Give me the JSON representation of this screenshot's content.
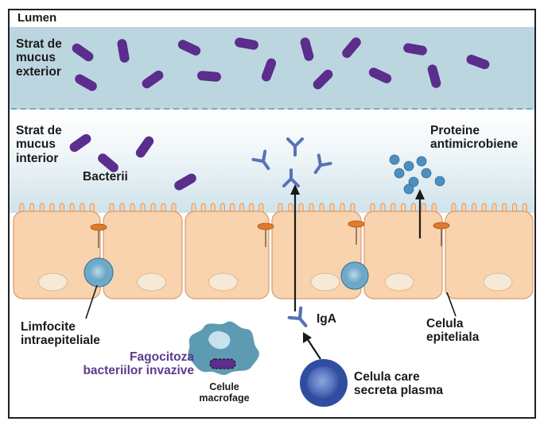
{
  "labels": {
    "lumen": "Lumen",
    "outer_mucus": [
      "Strat de",
      "mucus",
      "exterior"
    ],
    "inner_mucus": [
      "Strat de",
      "mucus",
      "interior"
    ],
    "bacteria": "Bacterii",
    "antimicrobial": [
      "Proteine",
      "antimicrobiene"
    ],
    "lymphocytes": [
      "Limfocite",
      "intraepiteliale"
    ],
    "iga": "IgA",
    "epithelial": [
      "Celula",
      "epiteliala"
    ],
    "phagocytosis": [
      "Fagocitoza",
      "bacteriilor invazive"
    ],
    "macrophages": [
      "Celule",
      "macrofage"
    ],
    "plasma_cell": [
      "Celula care",
      "secreta plasma"
    ]
  },
  "colors": {
    "outer_mucus": "#bcd6e0",
    "inner_mucus": "#dfecf2",
    "bacteria": "#5b2d8c",
    "cell": "#f8d3ad",
    "cell_border": "#d99a6c",
    "nucleus": "#f5ead8",
    "antibody": "#5a72b4",
    "protein": "#4f8fbf",
    "lymphocyte": "#6fa9c9",
    "plasma": "#2f4ea1",
    "macrophage": "#5d9bb3",
    "phago_text": "#5b3a8e"
  }
}
